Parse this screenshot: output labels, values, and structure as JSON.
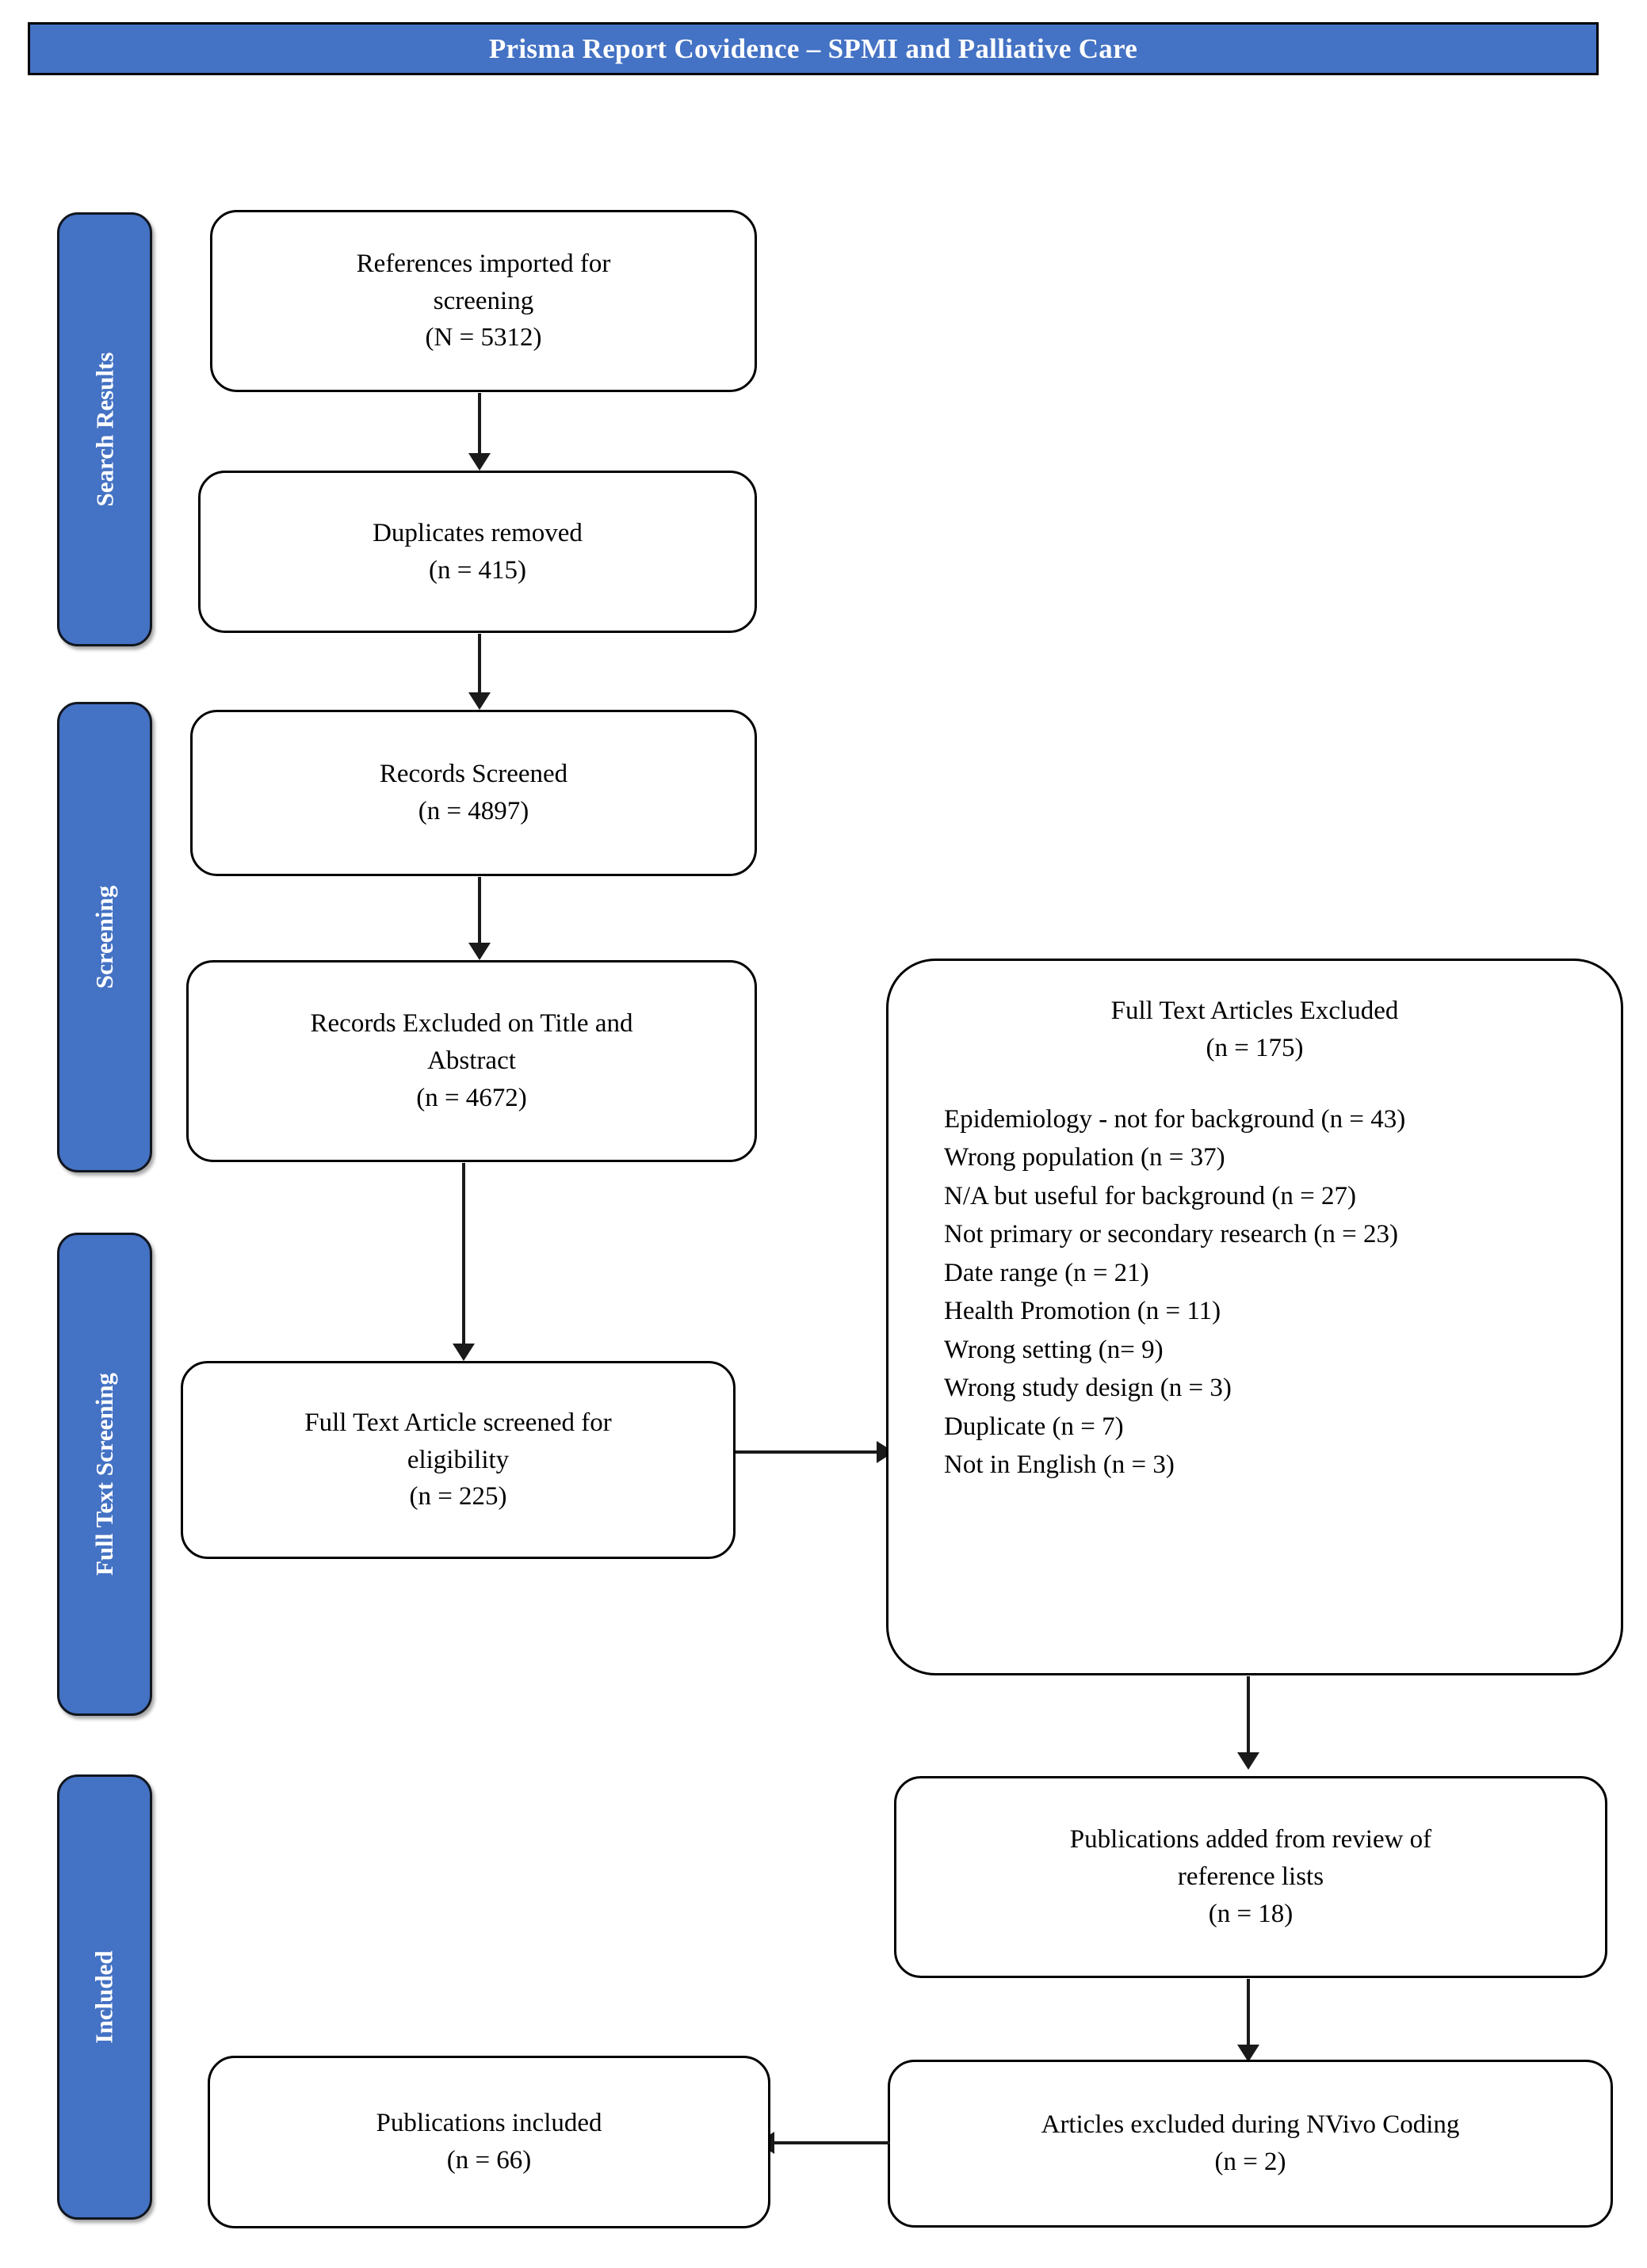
{
  "title": {
    "text": "Prisma Report Covidence – SPMI and Palliative Care",
    "background_color": "#4472C4",
    "text_color": "#FFFFFF"
  },
  "phases": [
    {
      "label": "Search Results"
    },
    {
      "label": "Screening"
    },
    {
      "label": "Full Text Screening"
    },
    {
      "label": "Included"
    }
  ],
  "boxes": {
    "imported": {
      "line1": "References imported for",
      "line2": "screening",
      "line3": "(N = 5312)"
    },
    "duplicates": {
      "line1": "Duplicates removed",
      "line2": "(n = 415)"
    },
    "records_screened": {
      "line1": "Records Screened",
      "line2": "(n = 4897)"
    },
    "records_excluded": {
      "line1": "Records Excluded on Title and",
      "line2": "Abstract",
      "line3": "(n = 4672)"
    },
    "fulltext_screened": {
      "line1": "Full Text Article screened for",
      "line2": "eligibility",
      "line3": "(n = 225)"
    },
    "fulltext_excluded": {
      "line1": "Full Text Articles Excluded",
      "line2": "(n = 175)",
      "reasons": [
        "Epidemiology - not for background (n = 43)",
        "Wrong population (n = 37)",
        "N/A but useful for background (n = 27)",
        "Not primary or secondary research (n = 23)",
        "Date range (n = 21)",
        "Health Promotion (n = 11)",
        "Wrong setting (n= 9)",
        "Wrong study design (n = 3)",
        "Duplicate (n = 7)",
        "Not in English (n = 3)"
      ]
    },
    "added_from_refs": {
      "line1": "Publications added from review of",
      "line2": "reference lists",
      "line3": "(n = 18)"
    },
    "nvivo_excluded": {
      "line1": "Articles excluded during NVivo Coding",
      "line2": "(n = 2)"
    },
    "publications_included": {
      "line1": "Publications included",
      "line2": "(n = 66)"
    }
  },
  "chart_data": {
    "type": "diagram",
    "title": "Prisma Report Covidence – SPMI and Palliative Care",
    "nodes": [
      {
        "id": "imported",
        "phase": "Search Results",
        "label": "References imported for screening",
        "count_label": "N",
        "count": 5312
      },
      {
        "id": "duplicates",
        "phase": "Search Results",
        "label": "Duplicates removed",
        "count_label": "n",
        "count": 415
      },
      {
        "id": "records_screened",
        "phase": "Screening",
        "label": "Records Screened",
        "count_label": "n",
        "count": 4897
      },
      {
        "id": "records_excluded",
        "phase": "Screening",
        "label": "Records Excluded on Title and Abstract",
        "count_label": "n",
        "count": 4672
      },
      {
        "id": "fulltext_screened",
        "phase": "Full Text Screening",
        "label": "Full Text Article screened for eligibility",
        "count_label": "n",
        "count": 225
      },
      {
        "id": "fulltext_excluded",
        "phase": "Full Text Screening",
        "label": "Full Text Articles Excluded",
        "count_label": "n",
        "count": 175
      },
      {
        "id": "added_from_refs",
        "phase": "Included",
        "label": "Publications added from review of reference lists",
        "count_label": "n",
        "count": 18
      },
      {
        "id": "nvivo_excluded",
        "phase": "Included",
        "label": "Articles excluded during NVivo Coding",
        "count_label": "n",
        "count": 2
      },
      {
        "id": "publications_included",
        "phase": "Included",
        "label": "Publications included",
        "count_label": "n",
        "count": 66
      }
    ],
    "exclusion_reasons": [
      {
        "reason": "Epidemiology - not for background",
        "n": 43
      },
      {
        "reason": "Wrong population",
        "n": 37
      },
      {
        "reason": "N/A but useful for background",
        "n": 27
      },
      {
        "reason": "Not primary or secondary research",
        "n": 23
      },
      {
        "reason": "Date range",
        "n": 21
      },
      {
        "reason": "Health Promotion",
        "n": 11
      },
      {
        "reason": "Wrong setting",
        "n": 9
      },
      {
        "reason": "Wrong study design",
        "n": 3
      },
      {
        "reason": "Duplicate",
        "n": 7
      },
      {
        "reason": "Not in English",
        "n": 3
      }
    ],
    "edges": [
      {
        "from": "imported",
        "to": "duplicates"
      },
      {
        "from": "duplicates",
        "to": "records_screened"
      },
      {
        "from": "records_screened",
        "to": "records_excluded"
      },
      {
        "from": "records_excluded",
        "to": "fulltext_screened"
      },
      {
        "from": "fulltext_screened",
        "to": "fulltext_excluded"
      },
      {
        "from": "fulltext_excluded",
        "to": "added_from_refs"
      },
      {
        "from": "added_from_refs",
        "to": "nvivo_excluded"
      },
      {
        "from": "nvivo_excluded",
        "to": "publications_included"
      }
    ]
  }
}
